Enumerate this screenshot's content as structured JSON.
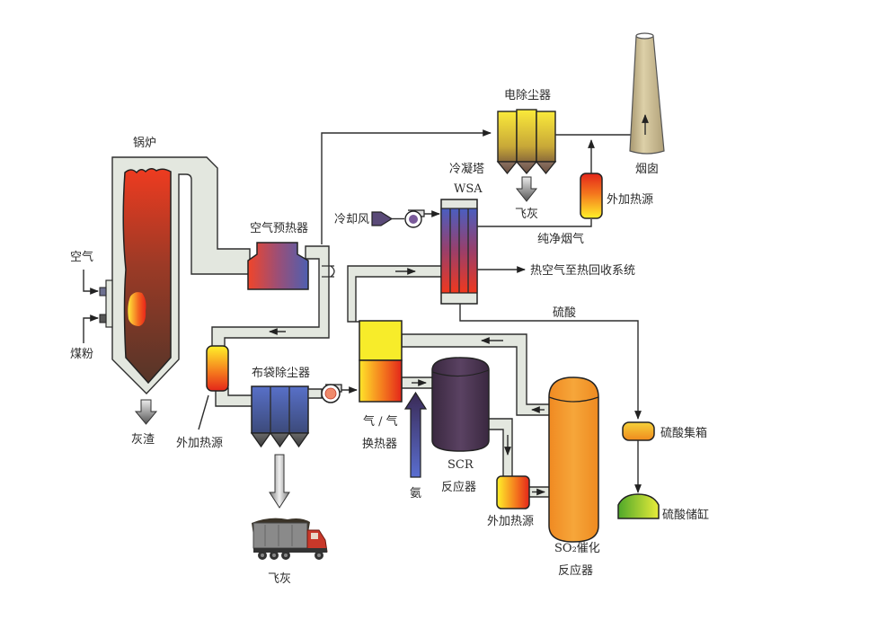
{
  "diagram": {
    "title": "WSA 湿法硫酸工艺流程",
    "boiler": {
      "label": "锅炉"
    },
    "inputs": {
      "air": "空气",
      "coal": "煤粉"
    },
    "ash": {
      "label": "灰渣"
    },
    "air_preheater": {
      "label": "空气预热器"
    },
    "heater_1": {
      "label": "外加热源"
    },
    "bag_filter": {
      "label": "布袋除尘器"
    },
    "fly_ash_truck": {
      "label": "飞灰"
    },
    "gas_gas_hx": {
      "label_line1": "气 / 气",
      "label_line2": "换热器"
    },
    "ammonia": {
      "label": "氨"
    },
    "scr": {
      "label_line1": "SCR",
      "label_line2": "反应器"
    },
    "heater_2": {
      "label": "外加热源"
    },
    "so2_reactor": {
      "label_line1": "SO₂催化",
      "label_line2": "反应器"
    },
    "wsa": {
      "label_line1": "冷凝塔",
      "label_line2": "WSA"
    },
    "cooling_air": {
      "label": "冷却风"
    },
    "clean_gas": {
      "label": "纯净烟气"
    },
    "heater_3": {
      "label": "外加热源"
    },
    "hot_air": {
      "label": "热空气至热回收系统"
    },
    "sulfuric_acid": {
      "label": "硫酸"
    },
    "acid_header": {
      "label": "硫酸集箱"
    },
    "acid_tank": {
      "label": "硫酸储缸"
    },
    "esp": {
      "label": "电除尘器"
    },
    "esp_ash": {
      "label": "飞灰"
    },
    "chimney": {
      "label": "烟囱"
    },
    "colors": {
      "background": "#ffffff",
      "duct": "#e3e7df",
      "flame_red": "#e8391f",
      "furnace_dark": "#5a3a2c",
      "preheater_hot": "#f0452a",
      "preheater_cold": "#4d5fb0",
      "heater_yellow": "#f7e81c",
      "heater_red": "#e8281c",
      "bag_filter_blue": "#4f66b8",
      "scr_purple": "#4a3550",
      "so2_orange": "#f39a2a",
      "esp_yellow": "#f2e23a",
      "esp_brown": "#8a6a3a",
      "tank_green": "#5db02e",
      "chimney": "#c8b890"
    }
  }
}
